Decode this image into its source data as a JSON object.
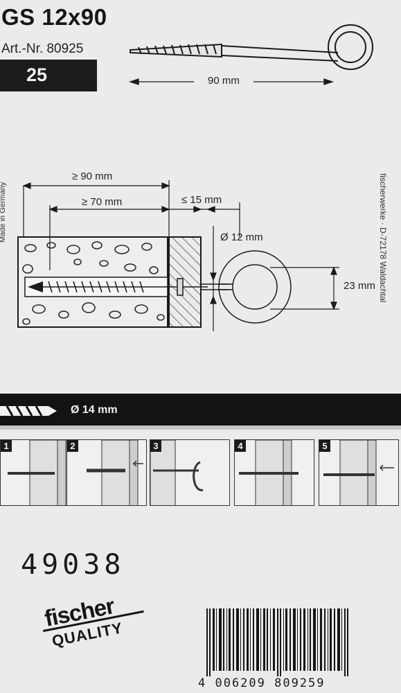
{
  "product": {
    "name": "GS 12x90",
    "article": "Art.-Nr. 80925",
    "quantity": "25"
  },
  "screw_diagram": {
    "length_label": "90 mm"
  },
  "install_diagram": {
    "hole_depth": "≥ 90 mm",
    "anchor_depth": "≥ 70 mm",
    "fixture_thickness": "≤ 15 mm",
    "diameter": "Ø 12 mm",
    "eye_inner": "23 mm"
  },
  "side_texts": {
    "manufacturer": "fischerwerke · D-72178 Waldachtal",
    "made_in": "Made in Germany"
  },
  "drill_bar": {
    "diameter": "Ø 14 mm"
  },
  "steps": [
    "1",
    "2",
    "3",
    "4",
    "5"
  ],
  "batch_number": "49038",
  "logo": {
    "brand": "fischer",
    "tagline": "QUALITY"
  },
  "barcode": {
    "digits": "4 006209 809259"
  },
  "colors": {
    "background": "#eceaed",
    "ink": "#1a1a1a"
  }
}
